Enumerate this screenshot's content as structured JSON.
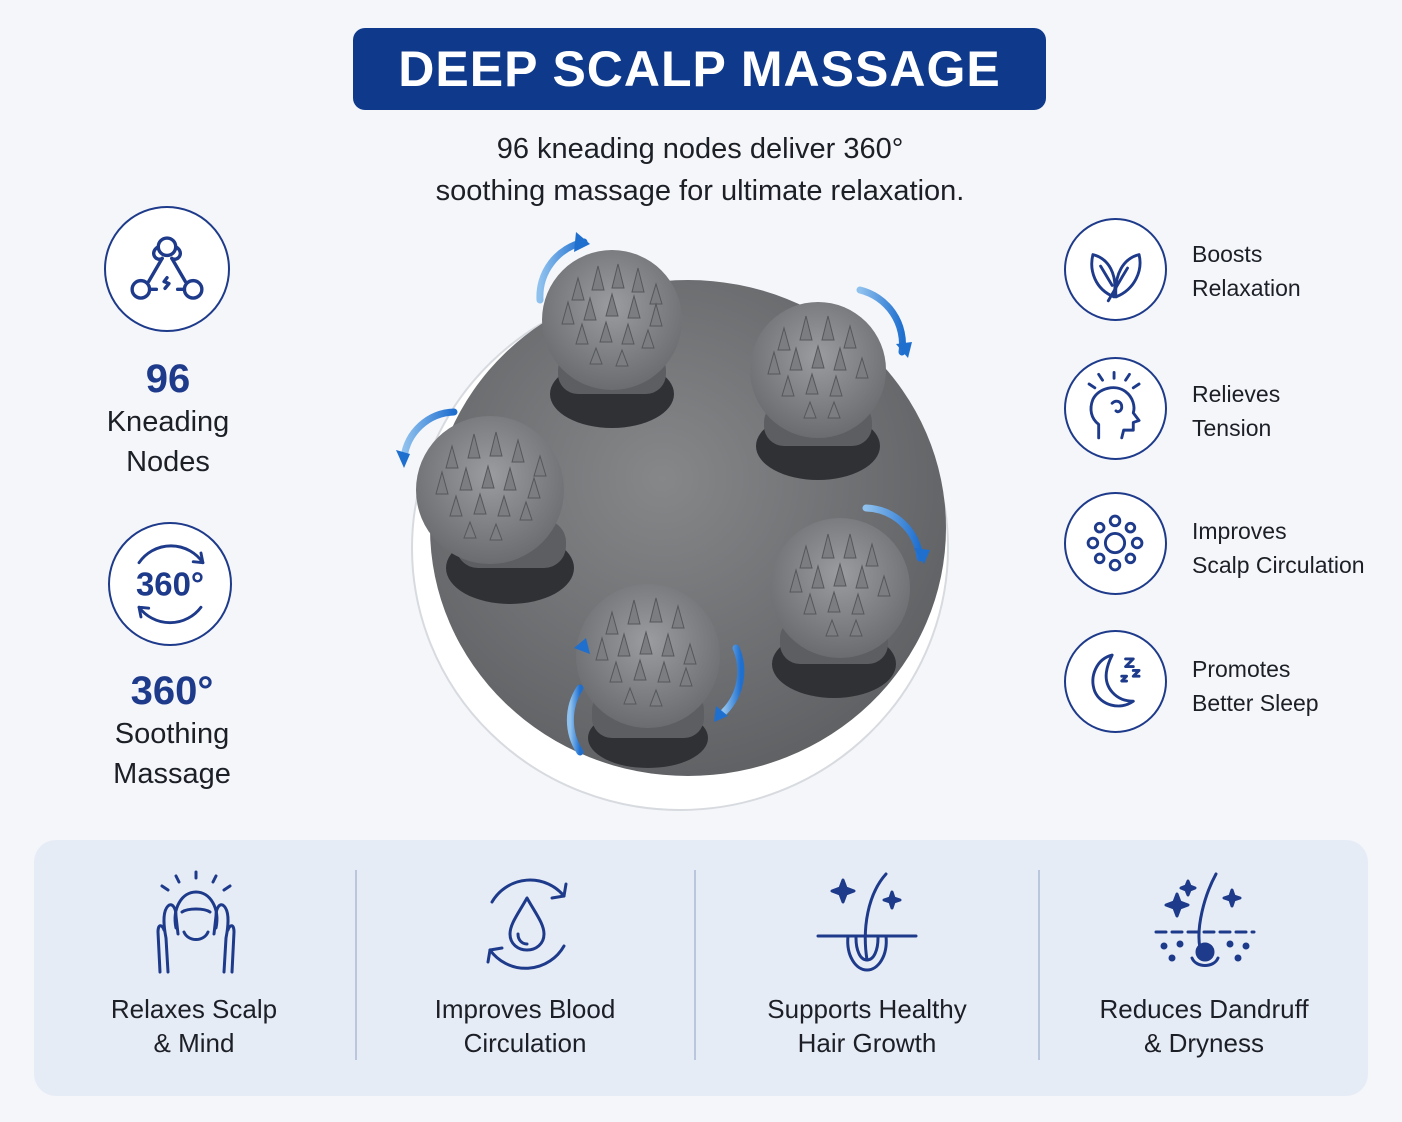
{
  "header": {
    "title": "DEEP SCALP MASSAGE",
    "subtitle_line1": "96 kneading nodes deliver 360°",
    "subtitle_line2": "soothing massage for ultimate relaxation."
  },
  "left_stats": [
    {
      "number": "96",
      "line1": "Kneading",
      "line2": "Nodes",
      "icon": "kneading-node-icon"
    },
    {
      "number": "360°",
      "line1": "Soothing",
      "line2": "Massage",
      "icon": "rotation-360-icon",
      "icon_text": "360°"
    }
  ],
  "right_features": [
    {
      "line1": "Boosts",
      "line2": "Relaxation",
      "icon": "leaf-icon"
    },
    {
      "line1": "Relieves",
      "line2": "Tension",
      "icon": "head-tension-icon"
    },
    {
      "line1": "Improves",
      "line2": "Scalp Circulation",
      "icon": "circulation-dots-icon"
    },
    {
      "line1": "Promotes",
      "line2": "Better Sleep",
      "icon": "moon-sleep-icon"
    }
  ],
  "benefits": [
    {
      "line1": "Relaxes Scalp",
      "line2": "& Mind",
      "icon": "head-hands-icon"
    },
    {
      "line1": "Improves Blood",
      "line2": "Circulation",
      "icon": "droplet-cycle-icon"
    },
    {
      "line1": "Supports Healthy",
      "line2": "Hair Growth",
      "icon": "hair-follicle-icon"
    },
    {
      "line1": "Reduces Dandruff",
      "line2": "& Dryness",
      "icon": "scalp-follicle-icon"
    }
  ],
  "colors": {
    "brand_navy": "#0f3a8c",
    "icon_blue": "#1e3a8a",
    "arrow_blue": "#2f7fd6",
    "panel_bg": "#e6ecf6",
    "device_gray": "#6e7074"
  }
}
